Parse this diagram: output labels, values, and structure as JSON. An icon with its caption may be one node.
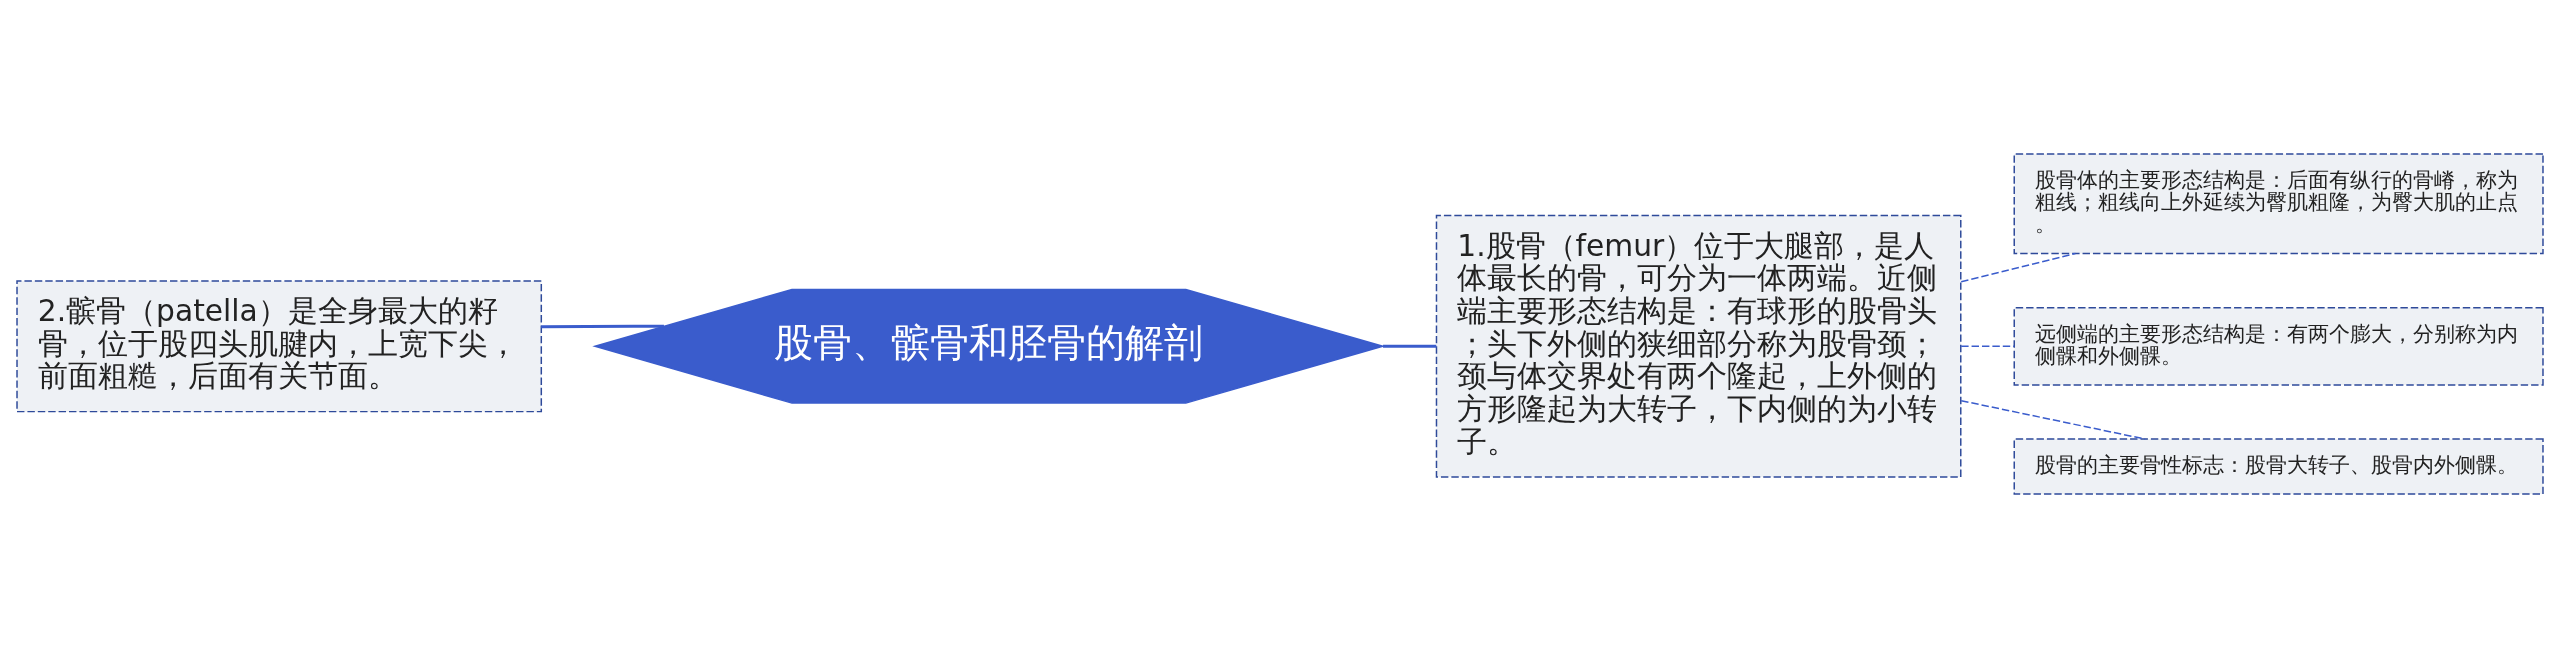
{
  "diagram": {
    "nodes": [
      {
        "text": [
          "2.髌骨（patella）是全身最大的籽骨，位于股四头肌腱内，上宽下尖，前面粗糙，后面有关节面。"
        ]
      },
      {
        "text": [
          "股骨、髌骨和胫骨的解剖"
        ]
      },
      {
        "text": [
          "1.股骨（femur）位于大腿部，是人体最长的骨，可分为一体两端。近侧端主要形态结构是：有球形的股骨头；头下外侧的狭细部分称为股骨颈；颈与体交界处有两个隆起，上外侧的方形隆起为大转子，下内侧的为小转子。"
        ]
      },
      {
        "text": [
          "股骨体的主要形态结构是：后面有纵行的骨嵴，称为粗线；粗线向上外延续为臀肌粗隆，为臀大肌的止点。"
        ]
      },
      {
        "text": [
          "远侧端的主要形态结构是：有两个膨大，分别称为内侧髁和外侧髁。"
        ]
      },
      {
        "text": [
          "股骨的主要骨性标志：股骨大转子、股骨内外侧髁。"
        ]
      }
    ],
    "edges": [
      {
        "from": 1,
        "to": 0,
        "arrow": "none"
      },
      {
        "from": 1,
        "to": 2,
        "arrow": "none"
      },
      {
        "from": 2,
        "to": 3,
        "arrow": "none",
        "style": "dashed"
      },
      {
        "from": 2,
        "to": 4,
        "arrow": "none",
        "style": "dashed"
      },
      {
        "from": 2,
        "to": 5,
        "arrow": "none",
        "style": "dashed"
      }
    ]
  }
}
